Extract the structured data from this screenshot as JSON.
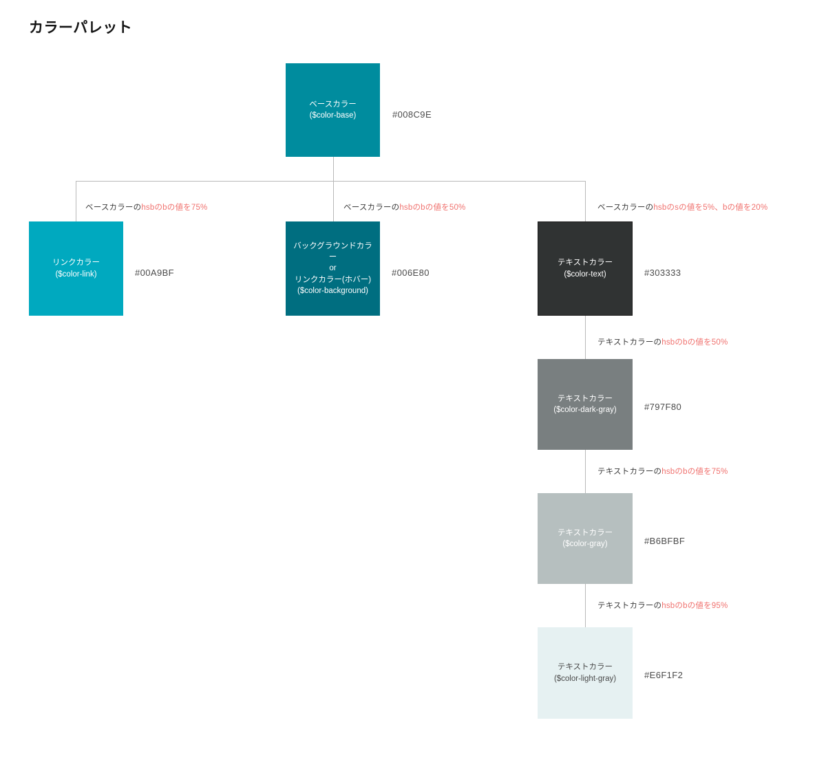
{
  "page": {
    "title": "カラーパレット",
    "accent_color": "#f0726f",
    "connector_color": "#b8b8b8",
    "background": "#ffffff"
  },
  "nodes": {
    "base": {
      "label": "ベースカラー\n($color-base)",
      "hex": "#008C9E",
      "swatch_color": "#008C9E",
      "text_color": "#ffffff",
      "border": "none"
    },
    "link": {
      "label": "リンクカラー\n($color-link)",
      "hex": "#00A9BF",
      "swatch_color": "#00A9BF",
      "text_color": "#ffffff",
      "border": "none"
    },
    "background": {
      "label": "バックグラウンドカラー\nor\nリンクカラー(ホバー)\n($color-background)",
      "hex": "#006E80",
      "swatch_color": "#006E80",
      "text_color": "#ffffff",
      "border": "none"
    },
    "text": {
      "label": "テキストカラー\n($color-text)",
      "hex": "#303333",
      "swatch_color": "#303333",
      "text_color": "#ffffff",
      "border": "#1a1a1a"
    },
    "dark_gray": {
      "label": "テキストカラー\n($color-dark-gray)",
      "hex": "#797F80",
      "swatch_color": "#797F80",
      "text_color": "#ffffff",
      "border": "none"
    },
    "gray": {
      "label": "テキストカラー\n($color-gray)",
      "hex": "#B6BFBF",
      "swatch_color": "#B6BFBF",
      "text_color": "#ffffff",
      "border": "none"
    },
    "light_gray": {
      "label": "テキストカラー\n($color-light-gray)",
      "hex": "#E6F1F2",
      "swatch_color": "#E6F1F2",
      "text_color": "#4a4a4a",
      "border": "none"
    }
  },
  "edges": {
    "base_to_link": {
      "prefix": "ベースカラーの",
      "accent": "hsbのbの値を75%"
    },
    "base_to_background": {
      "prefix": "ベースカラーの",
      "accent": "hsbのbの値を50%"
    },
    "base_to_text": {
      "prefix": "ベースカラーの",
      "accent": "hsbのsの値を5%、bの値を20%"
    },
    "text_to_dark_gray": {
      "prefix": "テキストカラーの",
      "accent": "hsbのbの値を50%"
    },
    "dark_gray_to_gray": {
      "prefix": "テキストカラーの",
      "accent": "hsbのbの値を75%"
    },
    "gray_to_light_gray": {
      "prefix": "テキストカラーの",
      "accent": "hsbのbの値を95%"
    }
  }
}
